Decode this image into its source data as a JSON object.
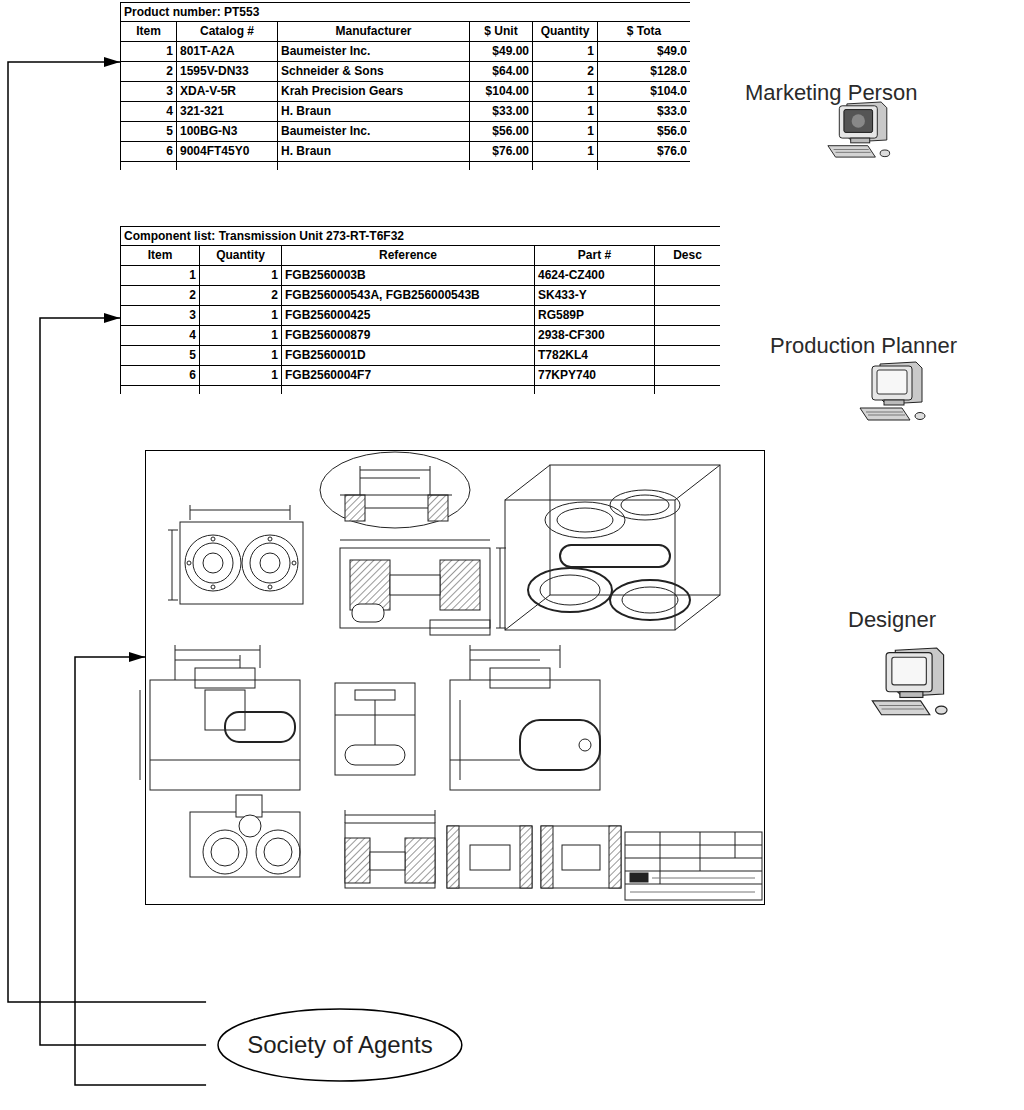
{
  "diagram": {
    "nodes": [
      {
        "text": [
          "Product number: PT553"
        ]
      },
      {
        "text": [
          "Component list: Transmission Unit 273-RT-T6F32"
        ]
      },
      {
        "text": []
      },
      {
        "text": [
          "Society of Agents"
        ]
      }
    ],
    "edges": [
      {
        "from": 3,
        "to": 0,
        "arrow": "to"
      },
      {
        "from": 3,
        "to": 1,
        "arrow": "to"
      },
      {
        "from": 3,
        "to": 2,
        "arrow": "to"
      }
    ],
    "labels": [
      "Item",
      "Catalog #",
      "Manufacturer",
      "$ Unit",
      "Quantity",
      "$ Tota",
      "1",
      "801T-A2A",
      "Baumeister Inc.",
      "$49.00",
      "1",
      "$49.0",
      "2",
      "1595V-DN33",
      "Schneider & Sons",
      "$64.00",
      "2",
      "$128.0",
      "3",
      "XDA-V-5R",
      "Krah Precision Gears",
      "$104.00",
      "1",
      "$104.0",
      "4",
      "321-321",
      "H. Braun",
      "$33.00",
      "1",
      "$33.0",
      "5",
      "100BG-N3",
      "Baumeister Inc.",
      "$56.00",
      "1",
      "$56.0",
      "6",
      "9004FT45Y0",
      "H. Braun",
      "$76.00",
      "1",
      "$76.0",
      "Item",
      "Quantity",
      "Reference",
      "Part #",
      "Desc",
      "1",
      "1",
      "FGB2560003B",
      "4624-CZ400",
      "2",
      "2",
      "FGB256000543A, FGB256000543B",
      "SK433-Y",
      "3",
      "1",
      "FGB256000425",
      "RG589P",
      "4",
      "1",
      "FGB256000879",
      "2938-CF300",
      "5",
      "1",
      "FGB2560001D",
      "T782KL4",
      "6",
      "1",
      "FGB2560004F7",
      "77KPY740",
      "Marketing Person",
      "Production Planner",
      "Designer"
    ]
  }
}
